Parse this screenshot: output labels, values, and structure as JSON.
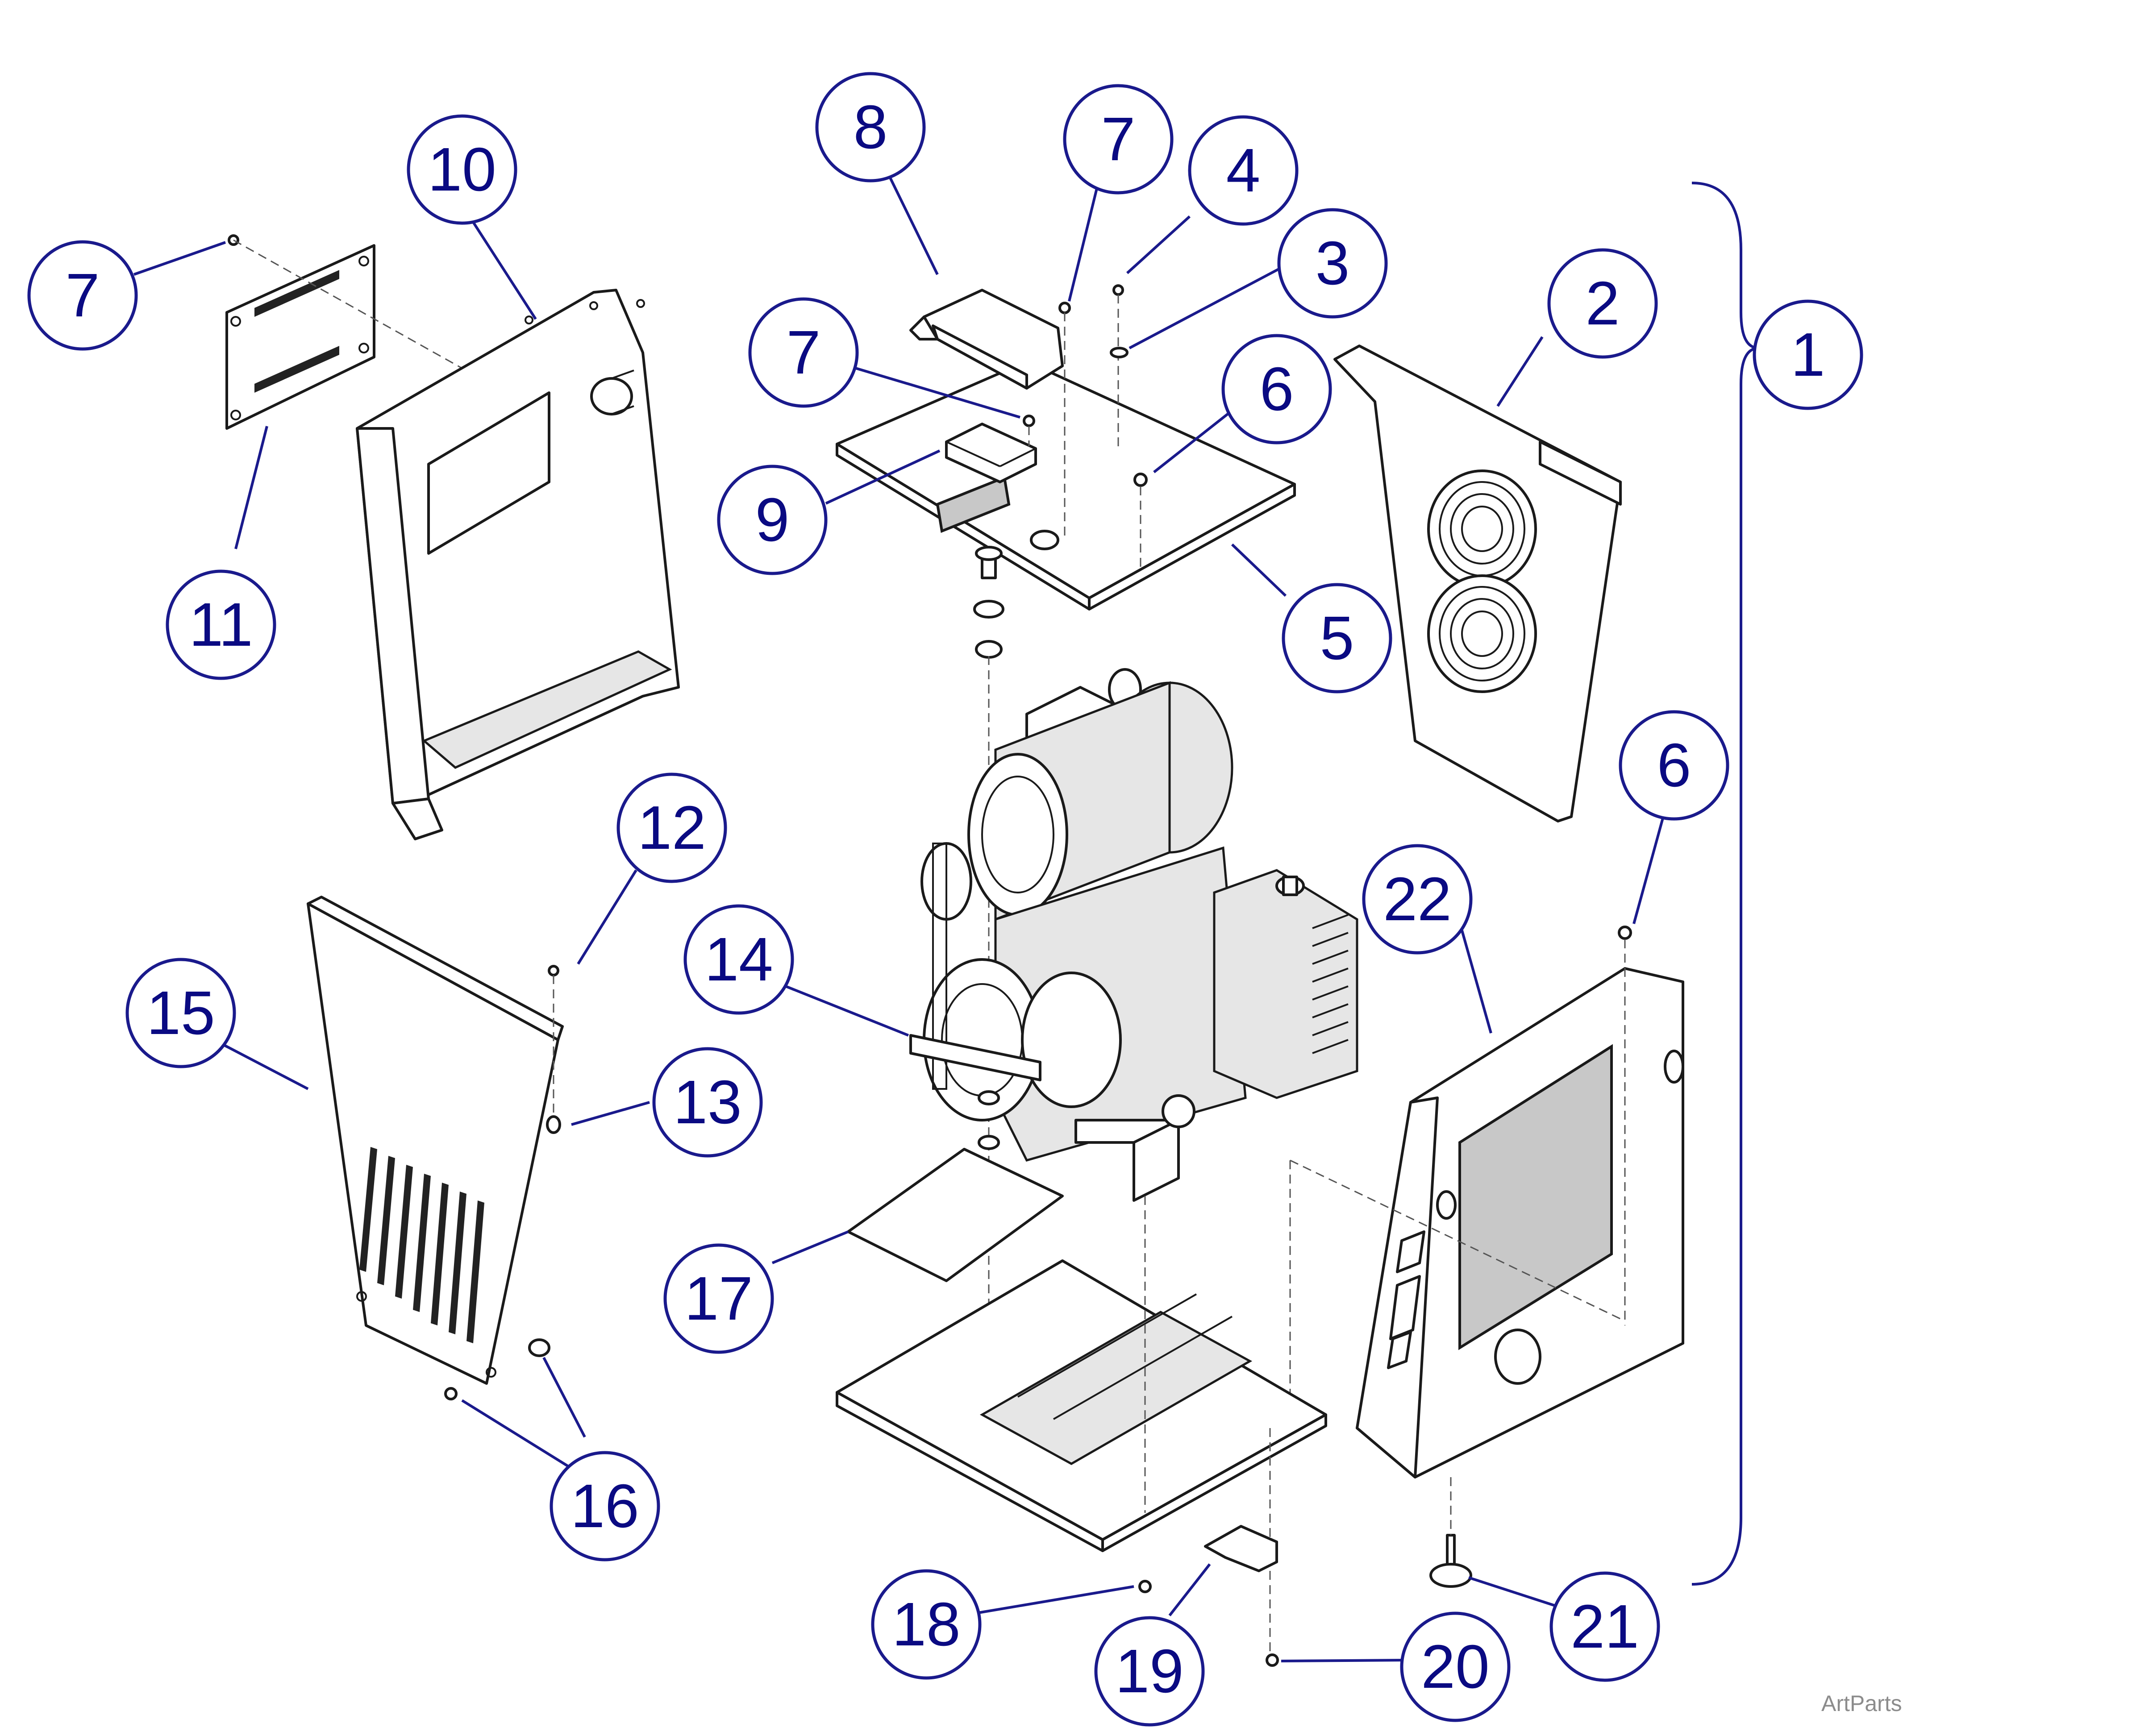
{
  "callouts": [
    "1",
    "2",
    "3",
    "4",
    "5",
    "6",
    "7",
    "8",
    "9",
    "10",
    "11",
    "12",
    "13",
    "14",
    "15",
    "16",
    "17",
    "18",
    "19",
    "20",
    "21",
    "22"
  ],
  "watermark": "ArtParts",
  "colors": {
    "callout": "#1a1a8c",
    "callout_text": "#0a0a82",
    "line_art": "#1a1a1a"
  }
}
